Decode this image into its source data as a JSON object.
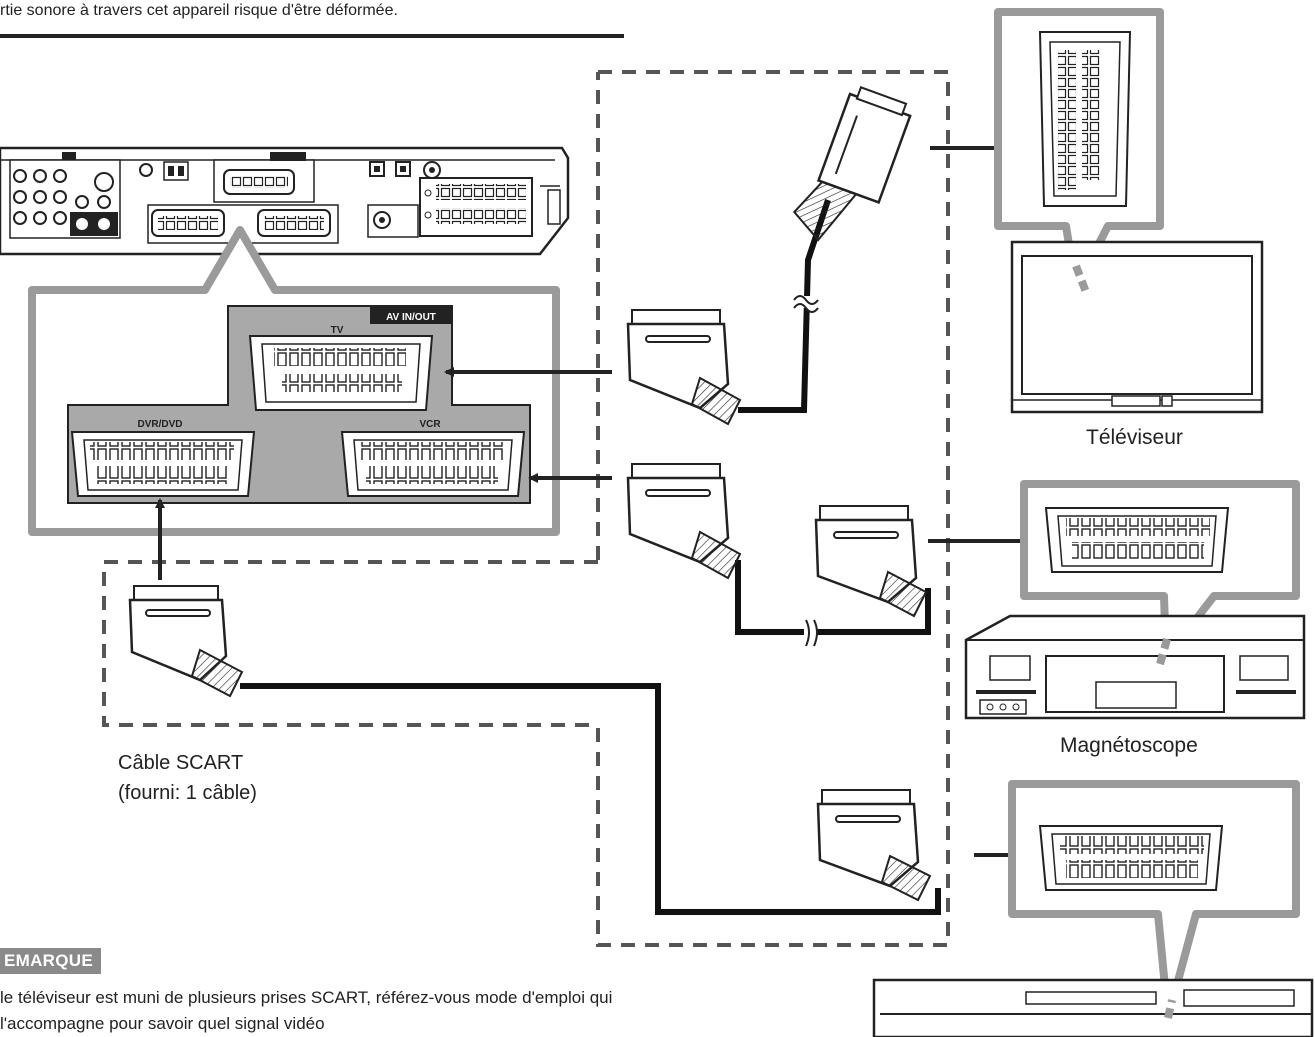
{
  "header_text": "rtie sonore à travers cet appareil risque d'être déformée.",
  "panel": {
    "av_in_out_label": "AV IN/OUT",
    "tv_label": "TV",
    "dvr_dvd_label": "DVR/DVD",
    "vcr_label": "VCR"
  },
  "devices": {
    "tv_label": "Téléviseur",
    "vcr_label": "Magnétoscope"
  },
  "cable_caption": {
    "line1": "Câble SCART",
    "line2": "(fourni: 1 câble)"
  },
  "remark": {
    "badge": "EMARQUE",
    "text": "le téléviseur est muni de plusieurs prises SCART, référez-vous mode d'emploi qui l'accompagne pour savoir quel signal vidéo"
  },
  "colors": {
    "panel_gray": "#a9a9a9",
    "callout_gray": "#9a9a9a",
    "line": "#222222"
  }
}
